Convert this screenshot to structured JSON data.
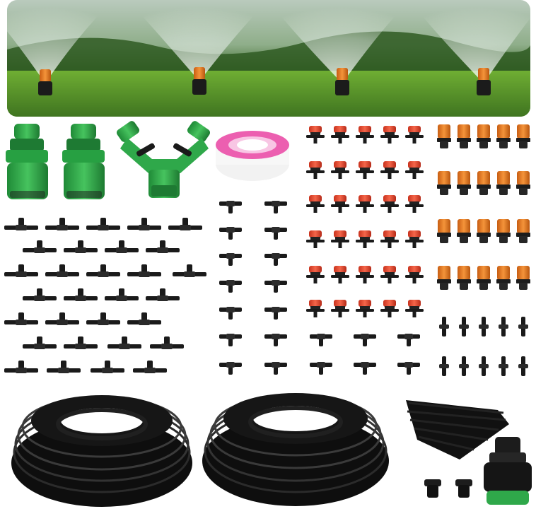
{
  "image": {
    "subject": "",
    "colors": {
      "background": "#ffffff",
      "grass": "#5f9a2c",
      "grass_dark": "#3f7420",
      "tree_line": "#2f5a22",
      "sky_mist": "#b9c9c2",
      "sprinkler_orange": "#e9771e",
      "nozzle_red": "#e84a2e",
      "connector_green": "#2fa84a",
      "hose_black": "#151515",
      "tape_pink": "#ec5fb0"
    },
    "icons": [
      "sprinkler-spray",
      "quick-connector",
      "y-splitter-valve",
      "teflon-tape",
      "drip-emitter",
      "tee-fitting",
      "coiled-hose",
      "stake",
      "faucet-adapter",
      "plug"
    ]
  }
}
